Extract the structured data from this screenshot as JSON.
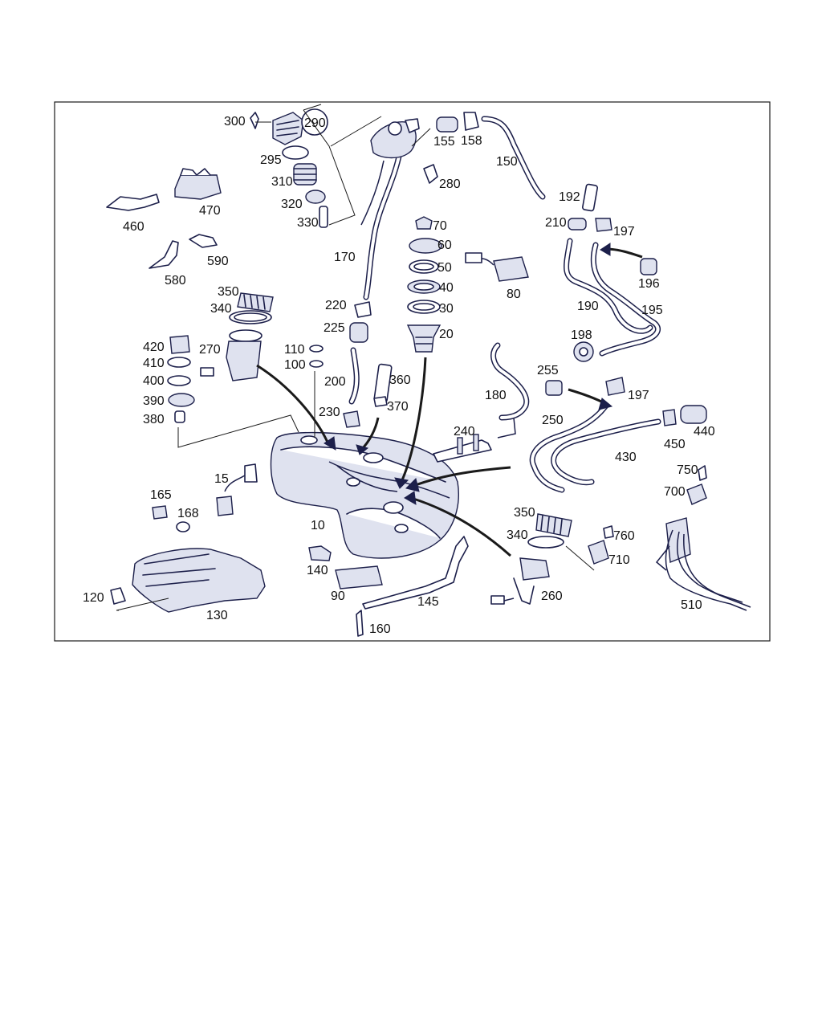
{
  "labels": {
    "p300": "300",
    "p290": "290",
    "p295": "295",
    "p310": "310",
    "p320": "320",
    "p330": "330",
    "p155": "155",
    "p158": "158",
    "p150": "150",
    "p280": "280",
    "p170": "170",
    "p460": "460",
    "p470": "470",
    "p580": "580",
    "p590": "590",
    "p70": "70",
    "p60": "60",
    "p50": "50",
    "p40": "40",
    "p30": "30",
    "p20": "20",
    "p80": "80",
    "p192": "192",
    "p210": "210",
    "p197a": "197",
    "p196": "196",
    "p190": "190",
    "p195": "195",
    "p198": "198",
    "p255": "255",
    "p197b": "197",
    "p350a": "350",
    "p340a": "340",
    "p270": "270",
    "p420": "420",
    "p410": "410",
    "p400": "400",
    "p390": "390",
    "p380": "380",
    "p110": "110",
    "p100": "100",
    "p220": "220",
    "p225": "225",
    "p200": "200",
    "p230": "230",
    "p360": "360",
    "p370": "370",
    "p180": "180",
    "p240": "240",
    "p250": "250",
    "p440": "440",
    "p450": "450",
    "p430": "430",
    "p750": "750",
    "p700": "700",
    "p15": "15",
    "p165": "165",
    "p168": "168",
    "p10": "10",
    "p140": "140",
    "p90": "90",
    "p145": "145",
    "p120": "120",
    "p130": "130",
    "p160": "160",
    "p350b": "350",
    "p340b": "340",
    "p260": "260",
    "p760": "760",
    "p710": "710",
    "p510": "510"
  },
  "colors": {
    "line": "#1c1f4a",
    "fill": "#dfe2ef",
    "frame": "#1a1a1a"
  }
}
